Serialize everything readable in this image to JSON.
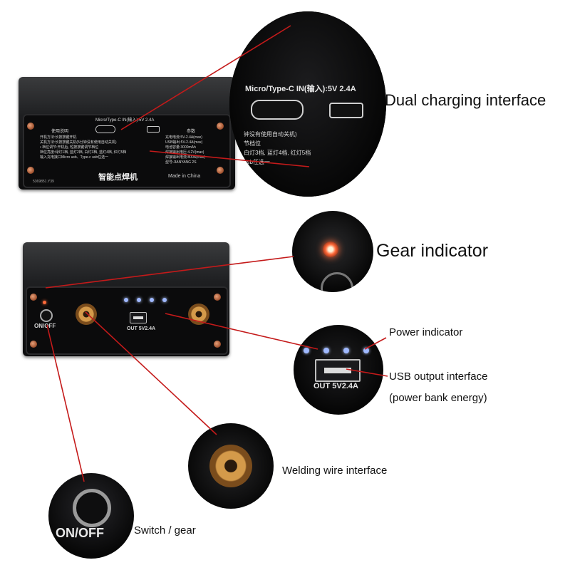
{
  "callouts": {
    "dual_charging": "Dual charging interface",
    "gear_indicator": "Gear indicator",
    "power_indicator": "Power indicator",
    "usb_output_line1": "USB output interface",
    "usb_output_line2": "(power bank energy)",
    "welding_wire": "Welding wire interface",
    "switch_gear": "Switch / gear"
  },
  "top_device": {
    "input_label": "Micro/Type-C IN(输入):5V 2.4A",
    "instructions_title": "使用说明",
    "instructions": [
      "开机方法:长按按键开机",
      "关机方法:长按按键关机(5分钟没有使用自动关机)",
      "• 档位调节:开机后, 短按按键调节档位",
      "  档位亮度:绿灯1档, 蓝灯2档, 白灯3档, 蓝灯4档, 红灯5档",
      "  输入充电接口Micro usb、Type-c usb任选一"
    ],
    "params_title": "参数",
    "params": [
      "充电电流:5V-2.4A(max)",
      "USB输出:5V-2.4A(max)",
      "电池容量:3000mAh",
      "焊接输出电压:4.2V(max)",
      "焊接输出电流:800A(max)",
      "型号:JIANYANG 2S"
    ],
    "brand_name": "智能点焊机",
    "made_in": "Made in China",
    "serial": "5369851.Y39"
  },
  "zoom_top": {
    "input_label": "Micro/Type-C IN(输入):5V 2.4A",
    "lines": [
      "钟没有使用自动关机)",
      "节档位",
      "白灯3档, 蓝灯4档, 红灯5档",
      "usb任选一"
    ]
  },
  "bottom_device": {
    "switch_label": "ON/OFF",
    "usb_label": "OUT 5V2.4A"
  },
  "zoom_usb": {
    "usb_label": "OUT 5V2.4A"
  },
  "zoom_switch": {
    "switch_label": "ON/OFF"
  },
  "colors": {
    "leader_line": "#c41a1a",
    "gear_led": "#ff6a3a",
    "power_led": "#9fb8ff"
  }
}
